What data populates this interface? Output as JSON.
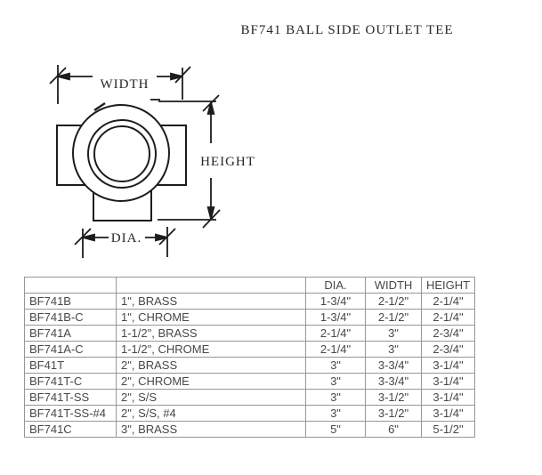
{
  "title": "BF741 BALL SIDE OUTLET TEE",
  "diagram": {
    "labels": {
      "width": "WIDTH",
      "height": "HEIGHT",
      "dia": "DIA."
    }
  },
  "table": {
    "headers": [
      "",
      "",
      "DIA.",
      "WIDTH",
      "HEIGHT"
    ],
    "rows": [
      [
        "BF741B",
        "1\", BRASS",
        "1-3/4\"",
        "2-1/2\"",
        "2-1/4\""
      ],
      [
        "BF741B-C",
        "1\", CHROME",
        "1-3/4\"",
        "2-1/2\"",
        "2-1/4\""
      ],
      [
        "BF741A",
        "1-1/2\", BRASS",
        "2-1/4\"",
        "3\"",
        "2-3/4\""
      ],
      [
        "BF741A-C",
        "1-1/2\", CHROME",
        "2-1/4\"",
        "3\"",
        "2-3/4\""
      ],
      [
        "BF41T",
        "2\", BRASS",
        "3\"",
        "3-3/4\"",
        "3-1/4\""
      ],
      [
        "BF741T-C",
        "2\", CHROME",
        "3\"",
        "3-3/4\"",
        "3-1/4\""
      ],
      [
        "BF741T-SS",
        "2\", S/S",
        "3\"",
        "3-1/2\"",
        "3-1/4\""
      ],
      [
        "BF741T-SS-#4",
        "2\", S/S, #4",
        "3\"",
        "3-1/2\"",
        "3-1/4\""
      ],
      [
        "BF741C",
        "3\", BRASS",
        "5\"",
        "6\"",
        "5-1/2\""
      ]
    ]
  }
}
